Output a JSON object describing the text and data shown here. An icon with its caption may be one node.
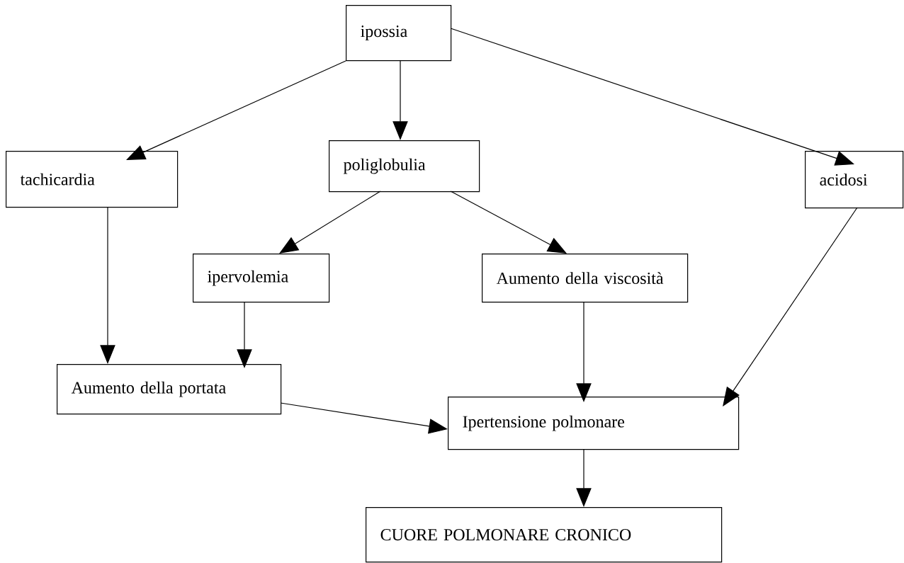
{
  "diagram": {
    "nodes": [
      {
        "text": [
          "ipossia"
        ]
      },
      {
        "text": [
          "tachicardia"
        ]
      },
      {
        "text": [
          "poliglobulia"
        ]
      },
      {
        "text": [
          "acidosi"
        ]
      },
      {
        "text": [
          "ipervolemia"
        ]
      },
      {
        "text": [
          "Aumento della viscosità"
        ]
      },
      {
        "text": [
          "Aumento della portata"
        ]
      },
      {
        "text": [
          "Ipertensione polmonare"
        ]
      },
      {
        "text": [
          "CUORE POLMONARE CRONICO"
        ]
      }
    ],
    "edges": [
      {
        "from": 0,
        "to": 1,
        "arrow": "to"
      },
      {
        "from": 0,
        "to": 2,
        "arrow": "to"
      },
      {
        "from": 0,
        "to": 3,
        "arrow": "to"
      },
      {
        "from": 2,
        "to": 4,
        "arrow": "to"
      },
      {
        "from": 2,
        "to": 5,
        "arrow": "to"
      },
      {
        "from": 1,
        "to": 6,
        "arrow": "to"
      },
      {
        "from": 4,
        "to": 6,
        "arrow": "to"
      },
      {
        "from": 5,
        "to": 7,
        "arrow": "to"
      },
      {
        "from": 3,
        "to": 7,
        "arrow": "to"
      },
      {
        "from": 6,
        "to": 7,
        "arrow": "to"
      },
      {
        "from": 7,
        "to": 8,
        "arrow": "to"
      }
    ]
  }
}
